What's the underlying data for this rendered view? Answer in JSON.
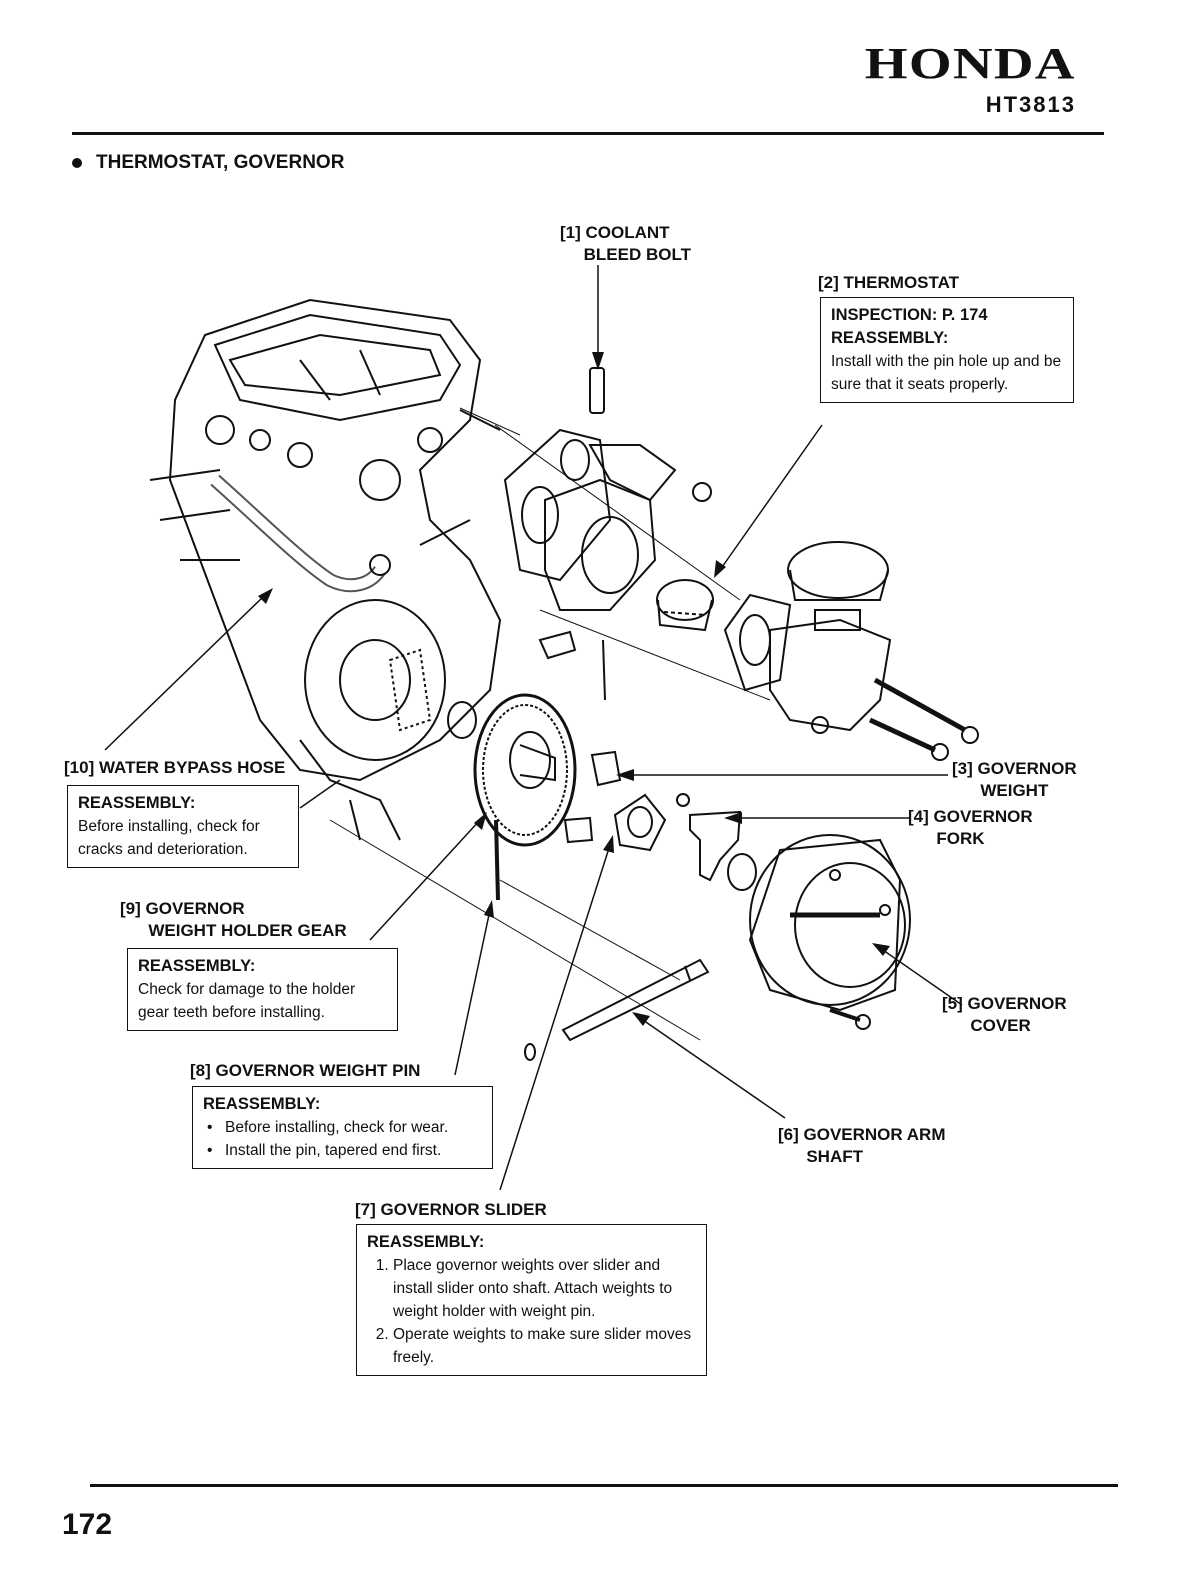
{
  "header": {
    "brand": "HONDA",
    "model": "HT3813"
  },
  "section_title": "THERMOSTAT, GOVERNOR",
  "callouts": {
    "c1": {
      "label": "[1] COOLANT\n     BLEED BOLT"
    },
    "c2": {
      "label": "[2] THERMOSTAT",
      "box": {
        "line1": "INSPECTION: P. 174",
        "heading": "REASSEMBLY:",
        "text": "Install with the pin hole up and be sure that it seats properly."
      }
    },
    "c3": {
      "label": "[3] GOVERNOR\n      WEIGHT"
    },
    "c4": {
      "label": "[4] GOVERNOR\n      FORK"
    },
    "c5": {
      "label": "[5] GOVERNOR\n      COVER"
    },
    "c6": {
      "label": "[6] GOVERNOR ARM\n      SHAFT"
    },
    "c7": {
      "label": "[7] GOVERNOR SLIDER",
      "box": {
        "heading": "REASSEMBLY:",
        "items": [
          "Place governor weights over slider and install slider onto shaft. Attach weights to weight holder with weight pin.",
          "Operate weights to make sure slider moves freely."
        ]
      }
    },
    "c8": {
      "label": "[8] GOVERNOR WEIGHT PIN",
      "box": {
        "heading": "REASSEMBLY:",
        "items": [
          "Before installing, check for wear.",
          "Install the pin, tapered end first."
        ]
      }
    },
    "c9": {
      "label": "[9] GOVERNOR\n      WEIGHT HOLDER GEAR",
      "box": {
        "heading": "REASSEMBLY:",
        "text": "Check for damage to the holder gear teeth before installing."
      }
    },
    "c10": {
      "label": "[10] WATER BYPASS HOSE",
      "box": {
        "heading": "REASSEMBLY:",
        "text": "Before installing, check for cracks and deterioration."
      }
    }
  },
  "page_number": "172"
}
